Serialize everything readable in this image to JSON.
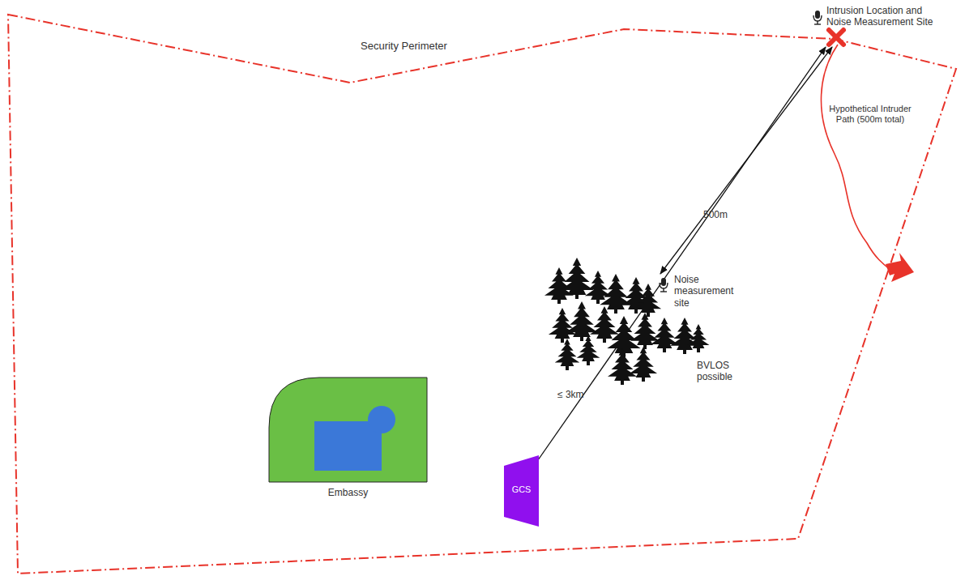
{
  "diagram": {
    "nodes": [
      {
        "text": [
          "Embassy"
        ]
      },
      {
        "text": [
          "GCS"
        ]
      }
    ],
    "labels": [
      "Security Perimeter",
      "Intrusion Location and Noise Measurement Site",
      "Hypothetical Intruder Path (500m total)",
      "500m",
      "Noise measurement site",
      "BVLOS possible",
      "≤ 3km"
    ]
  }
}
